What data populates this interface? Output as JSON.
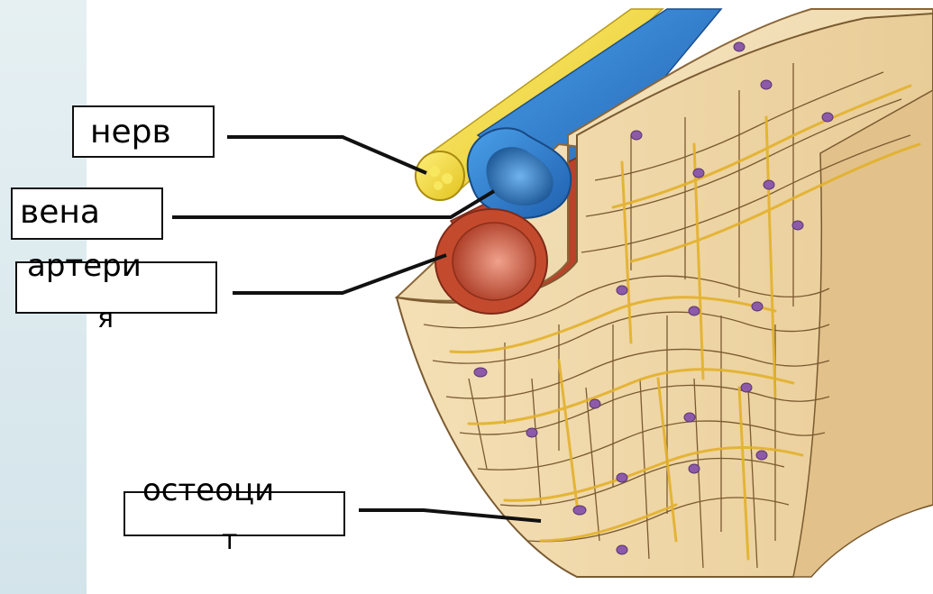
{
  "labels": {
    "nerve": "нерв",
    "vein": "вена",
    "artery_line1": "артери",
    "artery_line2": "я",
    "osteocyte_line1": "остеоци",
    "osteocyte_line2": "т"
  },
  "colors": {
    "band": "#dbe8ed",
    "nerve": "#f2dc3a",
    "vein": "#2f7fcf",
    "artery": "#c8482c",
    "bone_matrix": "#f3e0b8",
    "bone_lines": "#7a5a30",
    "canaliculi": "#e8b430",
    "osteocyte_nucleus": "#8c5aa8"
  }
}
